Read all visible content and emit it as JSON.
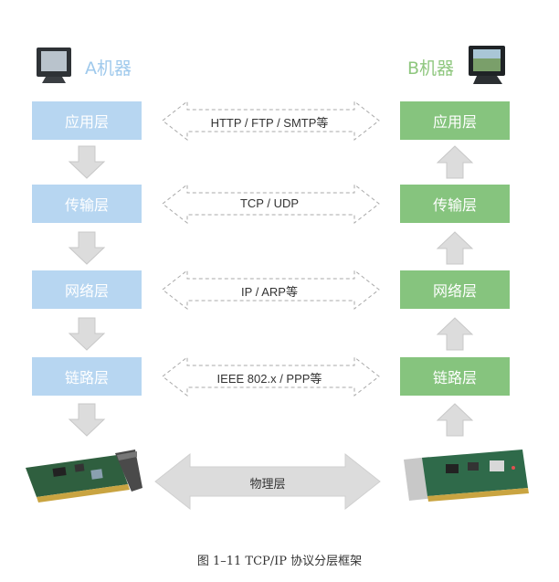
{
  "machines": {
    "left": {
      "label": "A机器"
    },
    "right": {
      "label": "B机器"
    }
  },
  "layers": [
    "应用层",
    "传输层",
    "网络层",
    "链路层"
  ],
  "protocols": [
    "HTTP / FTP / SMTP等",
    "TCP / UDP",
    "IP / ARP等",
    "IEEE 802.x / PPP等"
  ],
  "physical_label": "物理层",
  "caption": "图 1–11   TCP/IP 协议分层框架",
  "colors": {
    "left_layer": "#b7d6f1",
    "right_layer": "#86c47e",
    "left_label": "#9fc9ec",
    "right_label": "#8fc77f",
    "arrow_fill": "#dcdcdc"
  },
  "icons": [
    "monitor-icon",
    "network-card-icon"
  ]
}
